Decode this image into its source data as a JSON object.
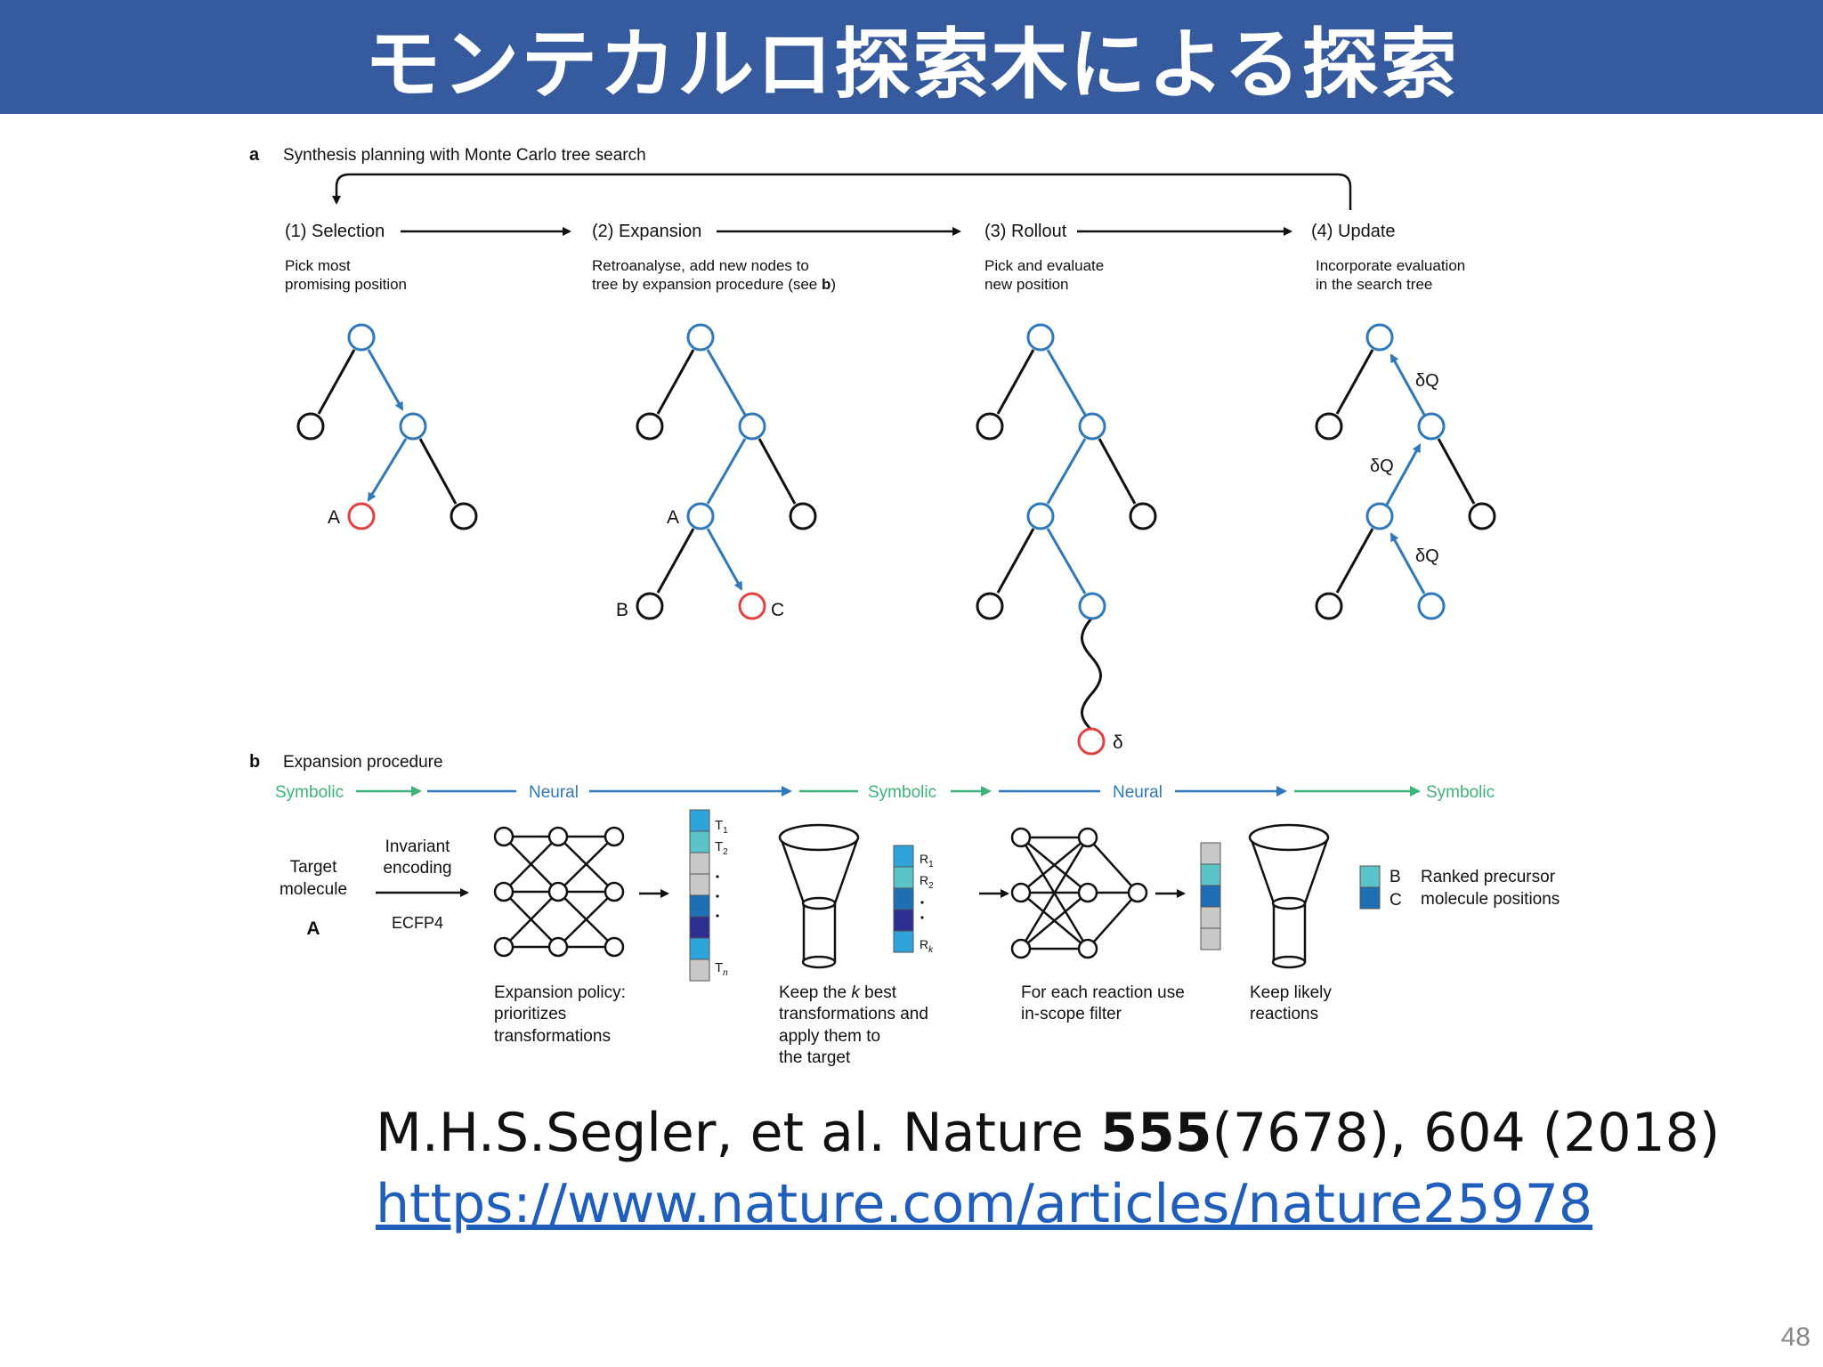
{
  "slide": {
    "title": "モンテカルロ探索木による探索",
    "page_number": "48"
  },
  "figure": {
    "panel_a": {
      "letter": "a",
      "heading": "Synthesis planning with Monte Carlo tree search",
      "steps": [
        {
          "title": "(1) Selection",
          "desc1": "Pick most",
          "desc2": "promising position"
        },
        {
          "title": "(2) Expansion",
          "desc1": "Retroanalyse, add new nodes to",
          "desc2": "tree by expansion procedure (see ",
          "desc2_bold": "b",
          "desc2_end": ")"
        },
        {
          "title": "(3) Rollout",
          "desc1": "Pick and evaluate",
          "desc2": "new position"
        },
        {
          "title": "(4) Update",
          "desc1": "Incorporate evaluation",
          "desc2": "in the search tree"
        }
      ],
      "node_labels": {
        "a": "A",
        "b": "B",
        "c": "C",
        "delta": "δ",
        "dq": "δQ"
      }
    },
    "panel_b": {
      "letter": "b",
      "heading": "Expansion procedure",
      "stages": [
        "Symbolic",
        "Neural",
        "Symbolic",
        "Neural",
        "Symbolic"
      ],
      "target_label1": "Target",
      "target_label2": "molecule",
      "target_letter": "A",
      "encoding1": "Invariant",
      "encoding2": "encoding",
      "ecfp": "ECFP4",
      "t_labels": {
        "t1": "T",
        "t1s": "1",
        "t2": "T",
        "t2s": "2",
        "tn": "T",
        "tns": "n"
      },
      "r_labels": {
        "r1": "R",
        "r1s": "1",
        "r2": "R",
        "r2s": "2",
        "rk": "R",
        "rks": "k"
      },
      "captions": [
        [
          "Expansion policy:",
          "prioritizes",
          "transformations"
        ],
        [
          "Keep the ",
          "k",
          " best",
          "transformations and",
          "apply them to",
          "the target"
        ],
        [
          "For each reaction use",
          "in-scope filter"
        ],
        [
          "Keep likely",
          "reactions"
        ]
      ],
      "ranked_b": "B",
      "ranked_c": "C",
      "ranked_text1": "Ranked precursor",
      "ranked_text2": "molecule positions"
    }
  },
  "citation": {
    "authors": "M.H.S.Segler, et al. Nature ",
    "volume": "555",
    "rest": "(7678), 604 (2018)",
    "url": "https://www.nature.com/articles/nature25978"
  },
  "colors": {
    "title_bg": "#355a9d",
    "tree_blue": "#2f78b9",
    "highlight_red": "#e04141",
    "symbolic_green": "#3db37a",
    "neural_blue": "#2f78b9",
    "link_blue": "#1f5ebb"
  }
}
